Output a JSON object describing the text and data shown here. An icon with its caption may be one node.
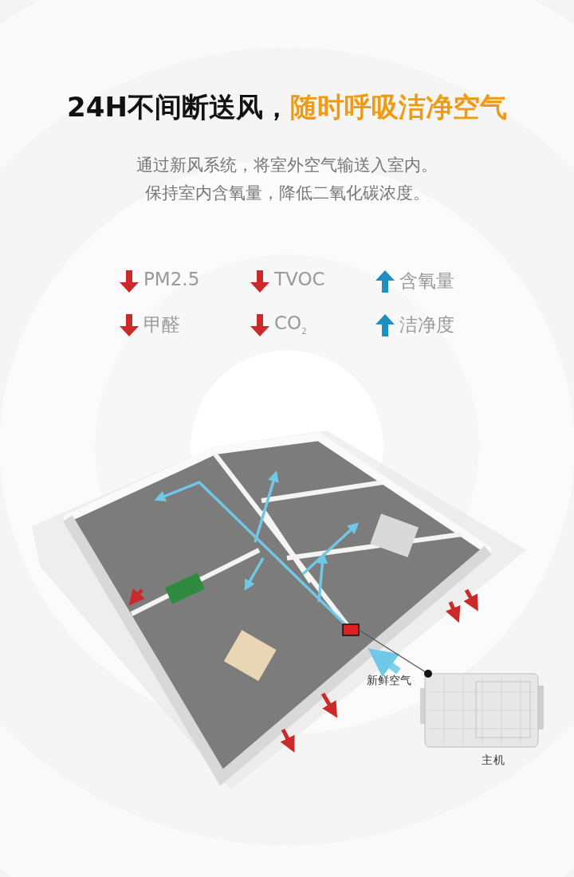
{
  "diagram": {
    "title": "24H不间断送风，随时呼吸洁净空气",
    "nodes": [
      {
        "text": [],
        "shape": "picture"
      },
      {
        "text": [],
        "shape": "box",
        "in": 0
      },
      {
        "text": [],
        "shape": "picture",
        "beside": [
          "主机"
        ]
      }
    ],
    "edges": [
      {
        "from": 2,
        "to": 1,
        "arrow": "none"
      }
    ],
    "labels": [
      "通过新风系统，将室外空气输送入室内。",
      "保持室内含氧量，降低二氧化碳浓度。",
      "PM2.5",
      "TVOC",
      "含氧量",
      "甲醛",
      "CO$_{2}$",
      "洁净度",
      "新鲜空气"
    ]
  }
}
